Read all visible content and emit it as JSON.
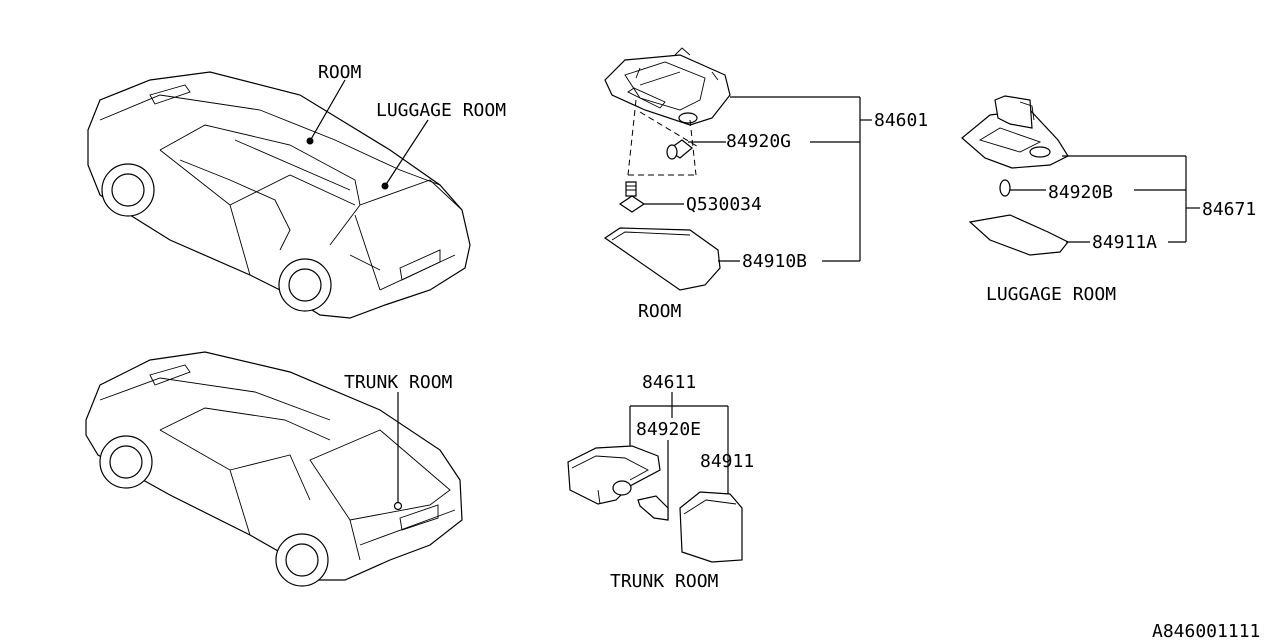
{
  "labels": {
    "room": "ROOM",
    "luggage_room": "LUGGAGE ROOM",
    "trunk_room": "TRUNK ROOM",
    "p84601": "84601",
    "p84920G": "84920G",
    "q530034": "Q530034",
    "p84910B": "84910B",
    "room_caption": "ROOM",
    "p84671": "84671",
    "p84920B": "84920B",
    "p84911A": "84911A",
    "luggage_caption": "LUGGAGE ROOM",
    "p84611": "84611",
    "p84920E": "84920E",
    "p84911": "84911",
    "trunk_caption": "TRUNK ROOM",
    "diagram_code": "A846001111"
  }
}
